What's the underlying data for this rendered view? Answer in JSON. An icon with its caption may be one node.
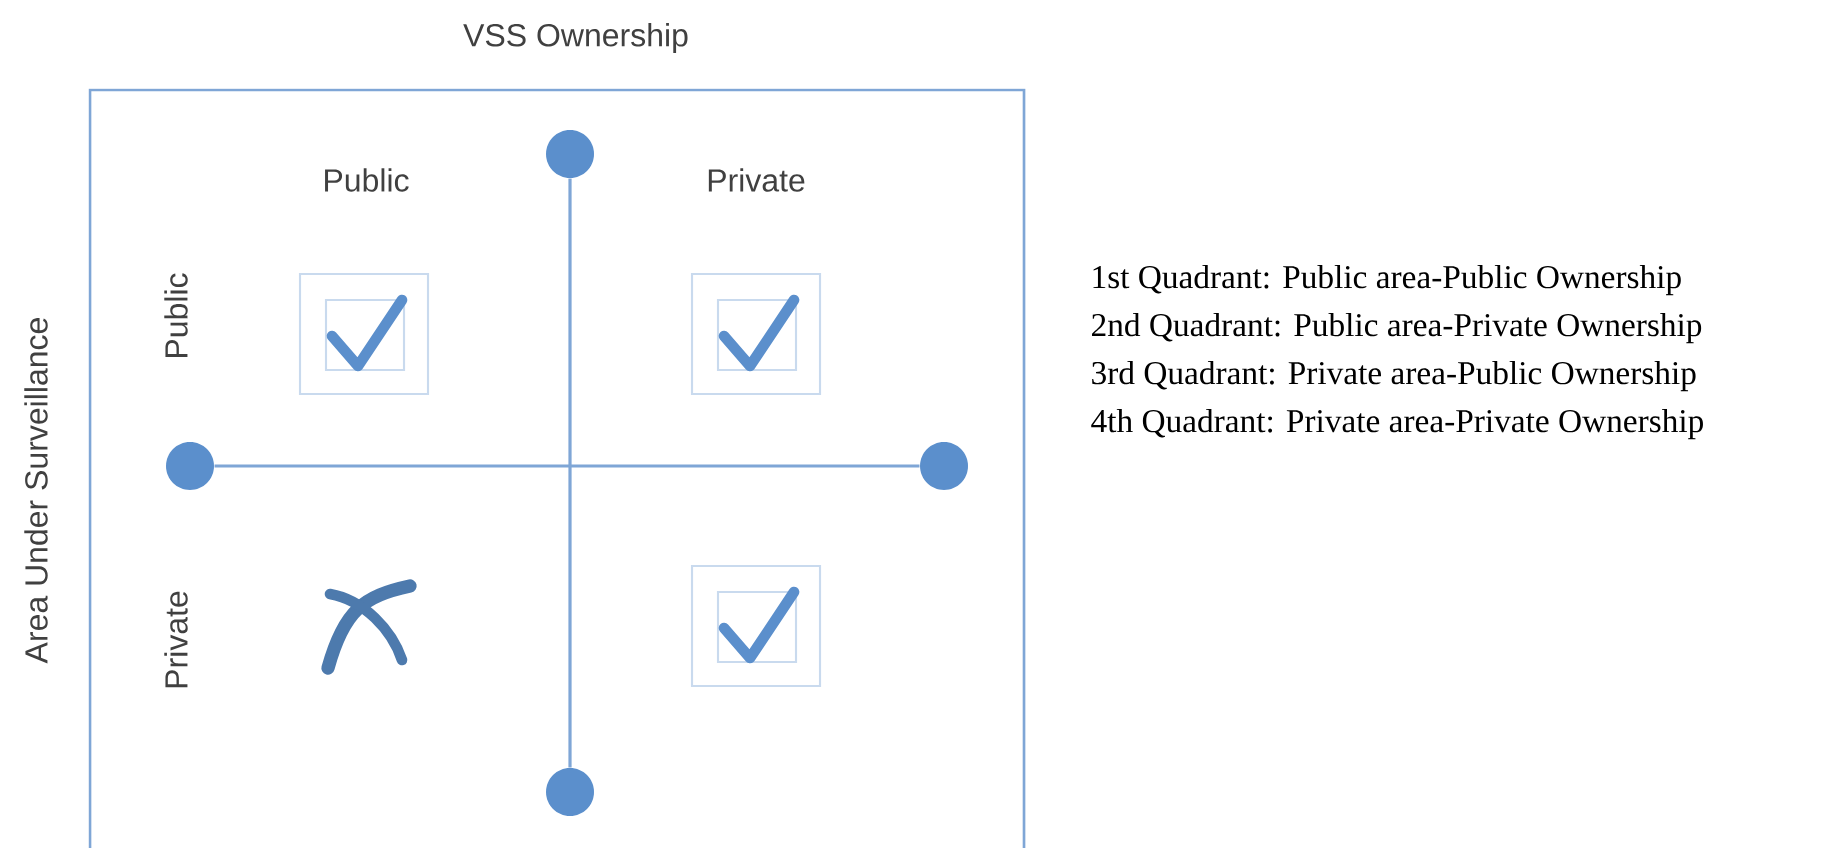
{
  "diagram": {
    "nodes": [
      {
        "text": [],
        "shape": "circle"
      },
      {
        "text": [],
        "shape": "circle"
      },
      {
        "text": [],
        "shape": "circle"
      },
      {
        "text": [],
        "shape": "circle"
      }
    ],
    "edges": [
      {
        "from": 0,
        "to": 1,
        "arrow": "none"
      },
      {
        "from": 2,
        "to": 3,
        "arrow": "none"
      }
    ],
    "labels": [
      "VSS Ownership",
      "Public",
      "Private",
      "Area Under Surveillance",
      "Public",
      "Private",
      "1st Quadrant: Public area-Public Ownership",
      "2nd Quadrant: Public area-Private Ownership",
      "3rd Quadrant: Private area-Public Ownership",
      "4th Quadrant: Private area-Private Ownership"
    ]
  }
}
